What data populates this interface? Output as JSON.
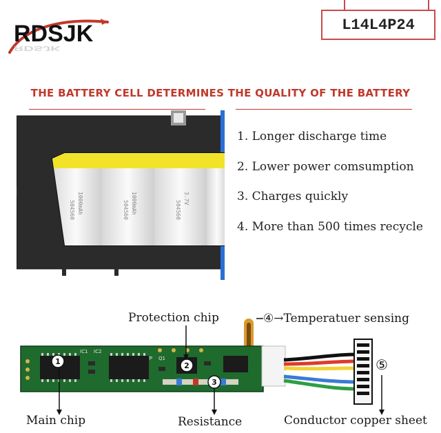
{
  "header": {
    "brand_name": "RDSJK",
    "model_number": "L14L4P24"
  },
  "headline": "THE BATTERY CELL DETERMINES THE QUALITY OF THE BATTERY",
  "cell_print": {
    "model": "504560",
    "capacity": "1000mAh",
    "voltage": "3.7V"
  },
  "features": [
    "1. Longer discharge time",
    "2. Lower power comsumption",
    "3. Charges quickly",
    "4. More than 500 times recycle"
  ],
  "pcb": {
    "protection_chip_label": "Protection chip",
    "temperature_marker": "④",
    "temperature_label": "→Temperatuer sensing",
    "connector_marker": "⑤",
    "main_chip_label": "Main chip",
    "resistance_label": "Resistance",
    "conductor_label": "Conductor copper sheet",
    "badge_1": "1",
    "badge_2": "2",
    "badge_3": "3",
    "silk_ic1": "IC1",
    "silk_ic2": "IC2",
    "silk_vp": "VP",
    "silk_q1": "Q1"
  },
  "colors": {
    "accent_red": "#c0392b",
    "pcb_green": "#1f6b2e",
    "cell_yellow": "#f2e32a",
    "frame_blue": "#2a6fd6"
  }
}
